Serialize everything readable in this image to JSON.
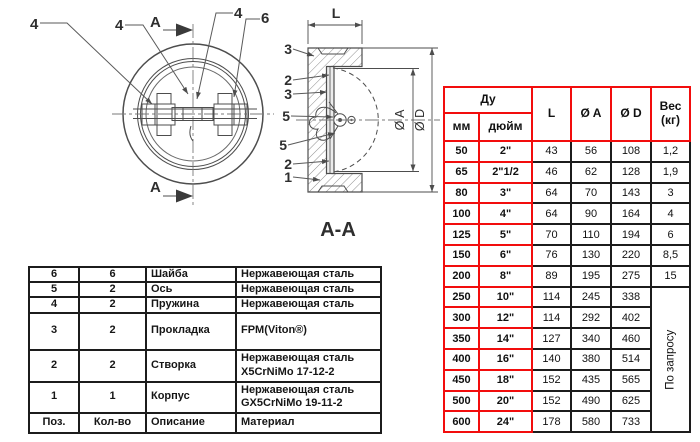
{
  "colors": {
    "table_red": "#f20d0d",
    "table_black": "#1c1c1c",
    "drawing_line": "#4d4d4d"
  },
  "drawing": {
    "callout_1": "1",
    "callout_2": "2",
    "callout_3": "3",
    "callout_4": "4",
    "callout_5": "5",
    "callout_6": "6",
    "section_arrow_label": "A",
    "section_title": "A-A",
    "dim_length": "L",
    "dim_inner": "Ø A",
    "dim_outer": "Ø D"
  },
  "parts_table": {
    "headers": {
      "pos": "Поз.",
      "qty": "Кол-во",
      "desc": "Описание",
      "mat": "Материал"
    },
    "rows": [
      {
        "pos": "6",
        "qty": "6",
        "desc": "Шайба",
        "mat": "Нержавеющая сталь"
      },
      {
        "pos": "5",
        "qty": "2",
        "desc": "Ось",
        "mat": "Нержавеющая сталь"
      },
      {
        "pos": "4",
        "qty": "2",
        "desc": "Пружина",
        "mat": "Нержавеющая сталь"
      },
      {
        "pos": "3",
        "qty": "2",
        "desc": "Прокладка",
        "mat": "FPM(Viton®)"
      },
      {
        "pos": "2",
        "qty": "2",
        "desc": "Створка",
        "mat": "Нержавеющая сталь\nX5CrNiMo 17-12-2"
      },
      {
        "pos": "1",
        "qty": "1",
        "desc": "Корпус",
        "mat": "Нержавеющая сталь\nGX5CrNiMo 19-11-2"
      }
    ]
  },
  "dims_table": {
    "headers": {
      "du": "Ду",
      "mm": "мм",
      "inch": "дюйм",
      "l": "L",
      "da": "Ø A",
      "dd": "Ø D",
      "weight_line1": "Вес",
      "weight_line2": "(кг)"
    },
    "on_request": "По запросу",
    "rows": [
      {
        "mm": "50",
        "inch": "2\"",
        "l": "43",
        "da": "56",
        "dd": "108",
        "w": "1,2"
      },
      {
        "mm": "65",
        "inch": "2\"1/2",
        "l": "46",
        "da": "62",
        "dd": "128",
        "w": "1,9"
      },
      {
        "mm": "80",
        "inch": "3\"",
        "l": "64",
        "da": "70",
        "dd": "143",
        "w": "3"
      },
      {
        "mm": "100",
        "inch": "4\"",
        "l": "64",
        "da": "90",
        "dd": "164",
        "w": "4"
      },
      {
        "mm": "125",
        "inch": "5\"",
        "l": "70",
        "da": "110",
        "dd": "194",
        "w": "6"
      },
      {
        "mm": "150",
        "inch": "6\"",
        "l": "76",
        "da": "130",
        "dd": "220",
        "w": "8,5"
      },
      {
        "mm": "200",
        "inch": "8\"",
        "l": "89",
        "da": "195",
        "dd": "275",
        "w": "15"
      },
      {
        "mm": "250",
        "inch": "10\"",
        "l": "114",
        "da": "245",
        "dd": "338",
        "w": null
      },
      {
        "mm": "300",
        "inch": "12\"",
        "l": "114",
        "da": "292",
        "dd": "402",
        "w": null
      },
      {
        "mm": "350",
        "inch": "14\"",
        "l": "127",
        "da": "340",
        "dd": "460",
        "w": null
      },
      {
        "mm": "400",
        "inch": "16\"",
        "l": "140",
        "da": "380",
        "dd": "514",
        "w": null
      },
      {
        "mm": "450",
        "inch": "18\"",
        "l": "152",
        "da": "435",
        "dd": "565",
        "w": null
      },
      {
        "mm": "500",
        "inch": "20\"",
        "l": "152",
        "da": "490",
        "dd": "625",
        "w": null
      },
      {
        "mm": "600",
        "inch": "24\"",
        "l": "178",
        "da": "580",
        "dd": "733",
        "w": null
      }
    ]
  }
}
